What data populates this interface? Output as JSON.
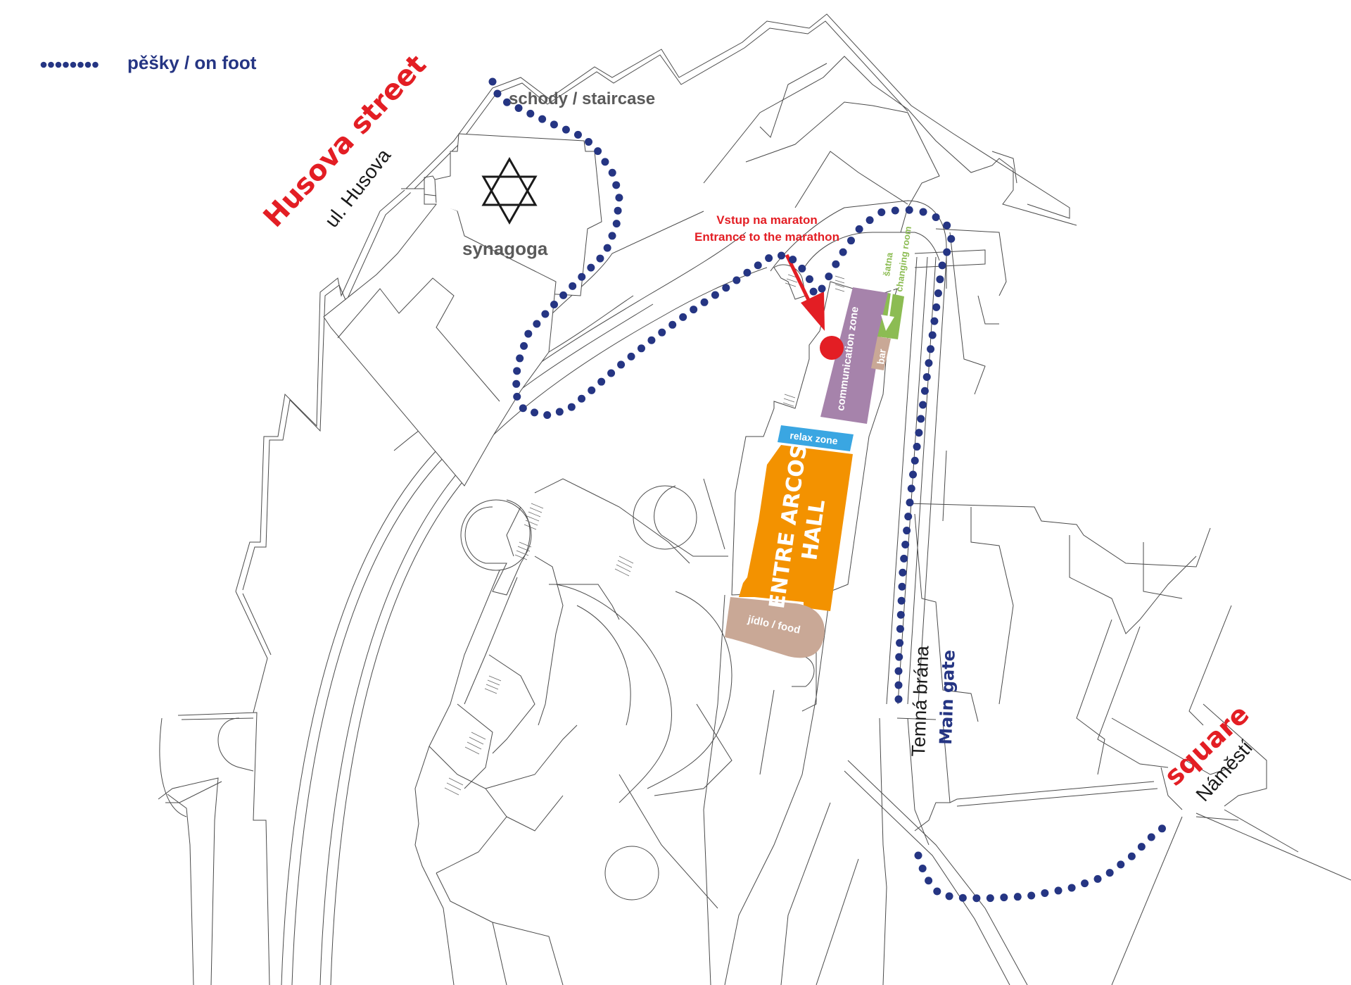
{
  "legend": {
    "route_label": "pěšky / on foot",
    "route_color": "#253583"
  },
  "streets": {
    "husova_en": "Husova street",
    "husova_cz": "ul. Husova",
    "square_en": "square",
    "square_cz": "Náměstí"
  },
  "landmarks": {
    "staircase": "schody / staircase",
    "synagogue": "synagoga",
    "synagogue_icon": "star-of-david-icon",
    "gate_cz": "Temná brána",
    "gate_en": "Main gate"
  },
  "entrance": {
    "line1": "Vstup na maraton",
    "line2": "Entrance to the marathon",
    "color": "#e31e24"
  },
  "zones": {
    "communication": {
      "label": "communication zone",
      "color": "#a683ab"
    },
    "changing": {
      "label_cz": "šatna",
      "label_en": "changing room",
      "color": "#8cbc53",
      "text_color": "#8cbc53"
    },
    "bar": {
      "label": "bar",
      "color": "#c9a896"
    },
    "relax": {
      "label": "relax zone",
      "color": "#3aa6e2"
    },
    "hall": {
      "line1": "ENTRE ARCOS",
      "line2": "HALL",
      "color": "#f39200"
    },
    "food": {
      "label": "jídlo / food",
      "color": "#c9a896"
    }
  },
  "colors": {
    "street_red": "#e31e24",
    "gate_blue": "#253583",
    "gray_text": "#5a5a5a"
  }
}
